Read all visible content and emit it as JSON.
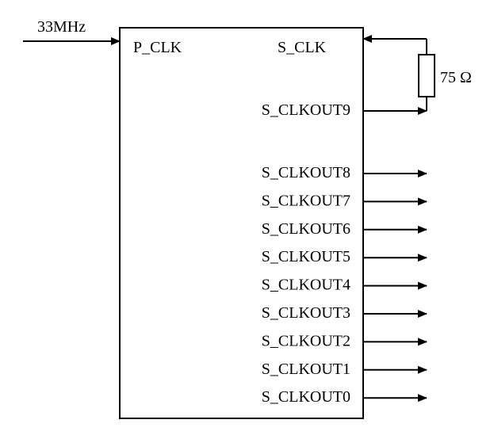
{
  "diagram": {
    "input_label": "33MHz",
    "block": {
      "input_pin": "P_CLK",
      "feedback_pin": "S_CLK",
      "feedback_output": "S_CLKOUT9",
      "outputs": [
        "S_CLKOUT8",
        "S_CLKOUT7",
        "S_CLKOUT6",
        "S_CLKOUT5",
        "S_CLKOUT4",
        "S_CLKOUT3",
        "S_CLKOUT2",
        "S_CLKOUT1",
        "S_CLKOUT0"
      ]
    },
    "resistor_label": "75 Ω",
    "stroke_color": "#000000"
  }
}
